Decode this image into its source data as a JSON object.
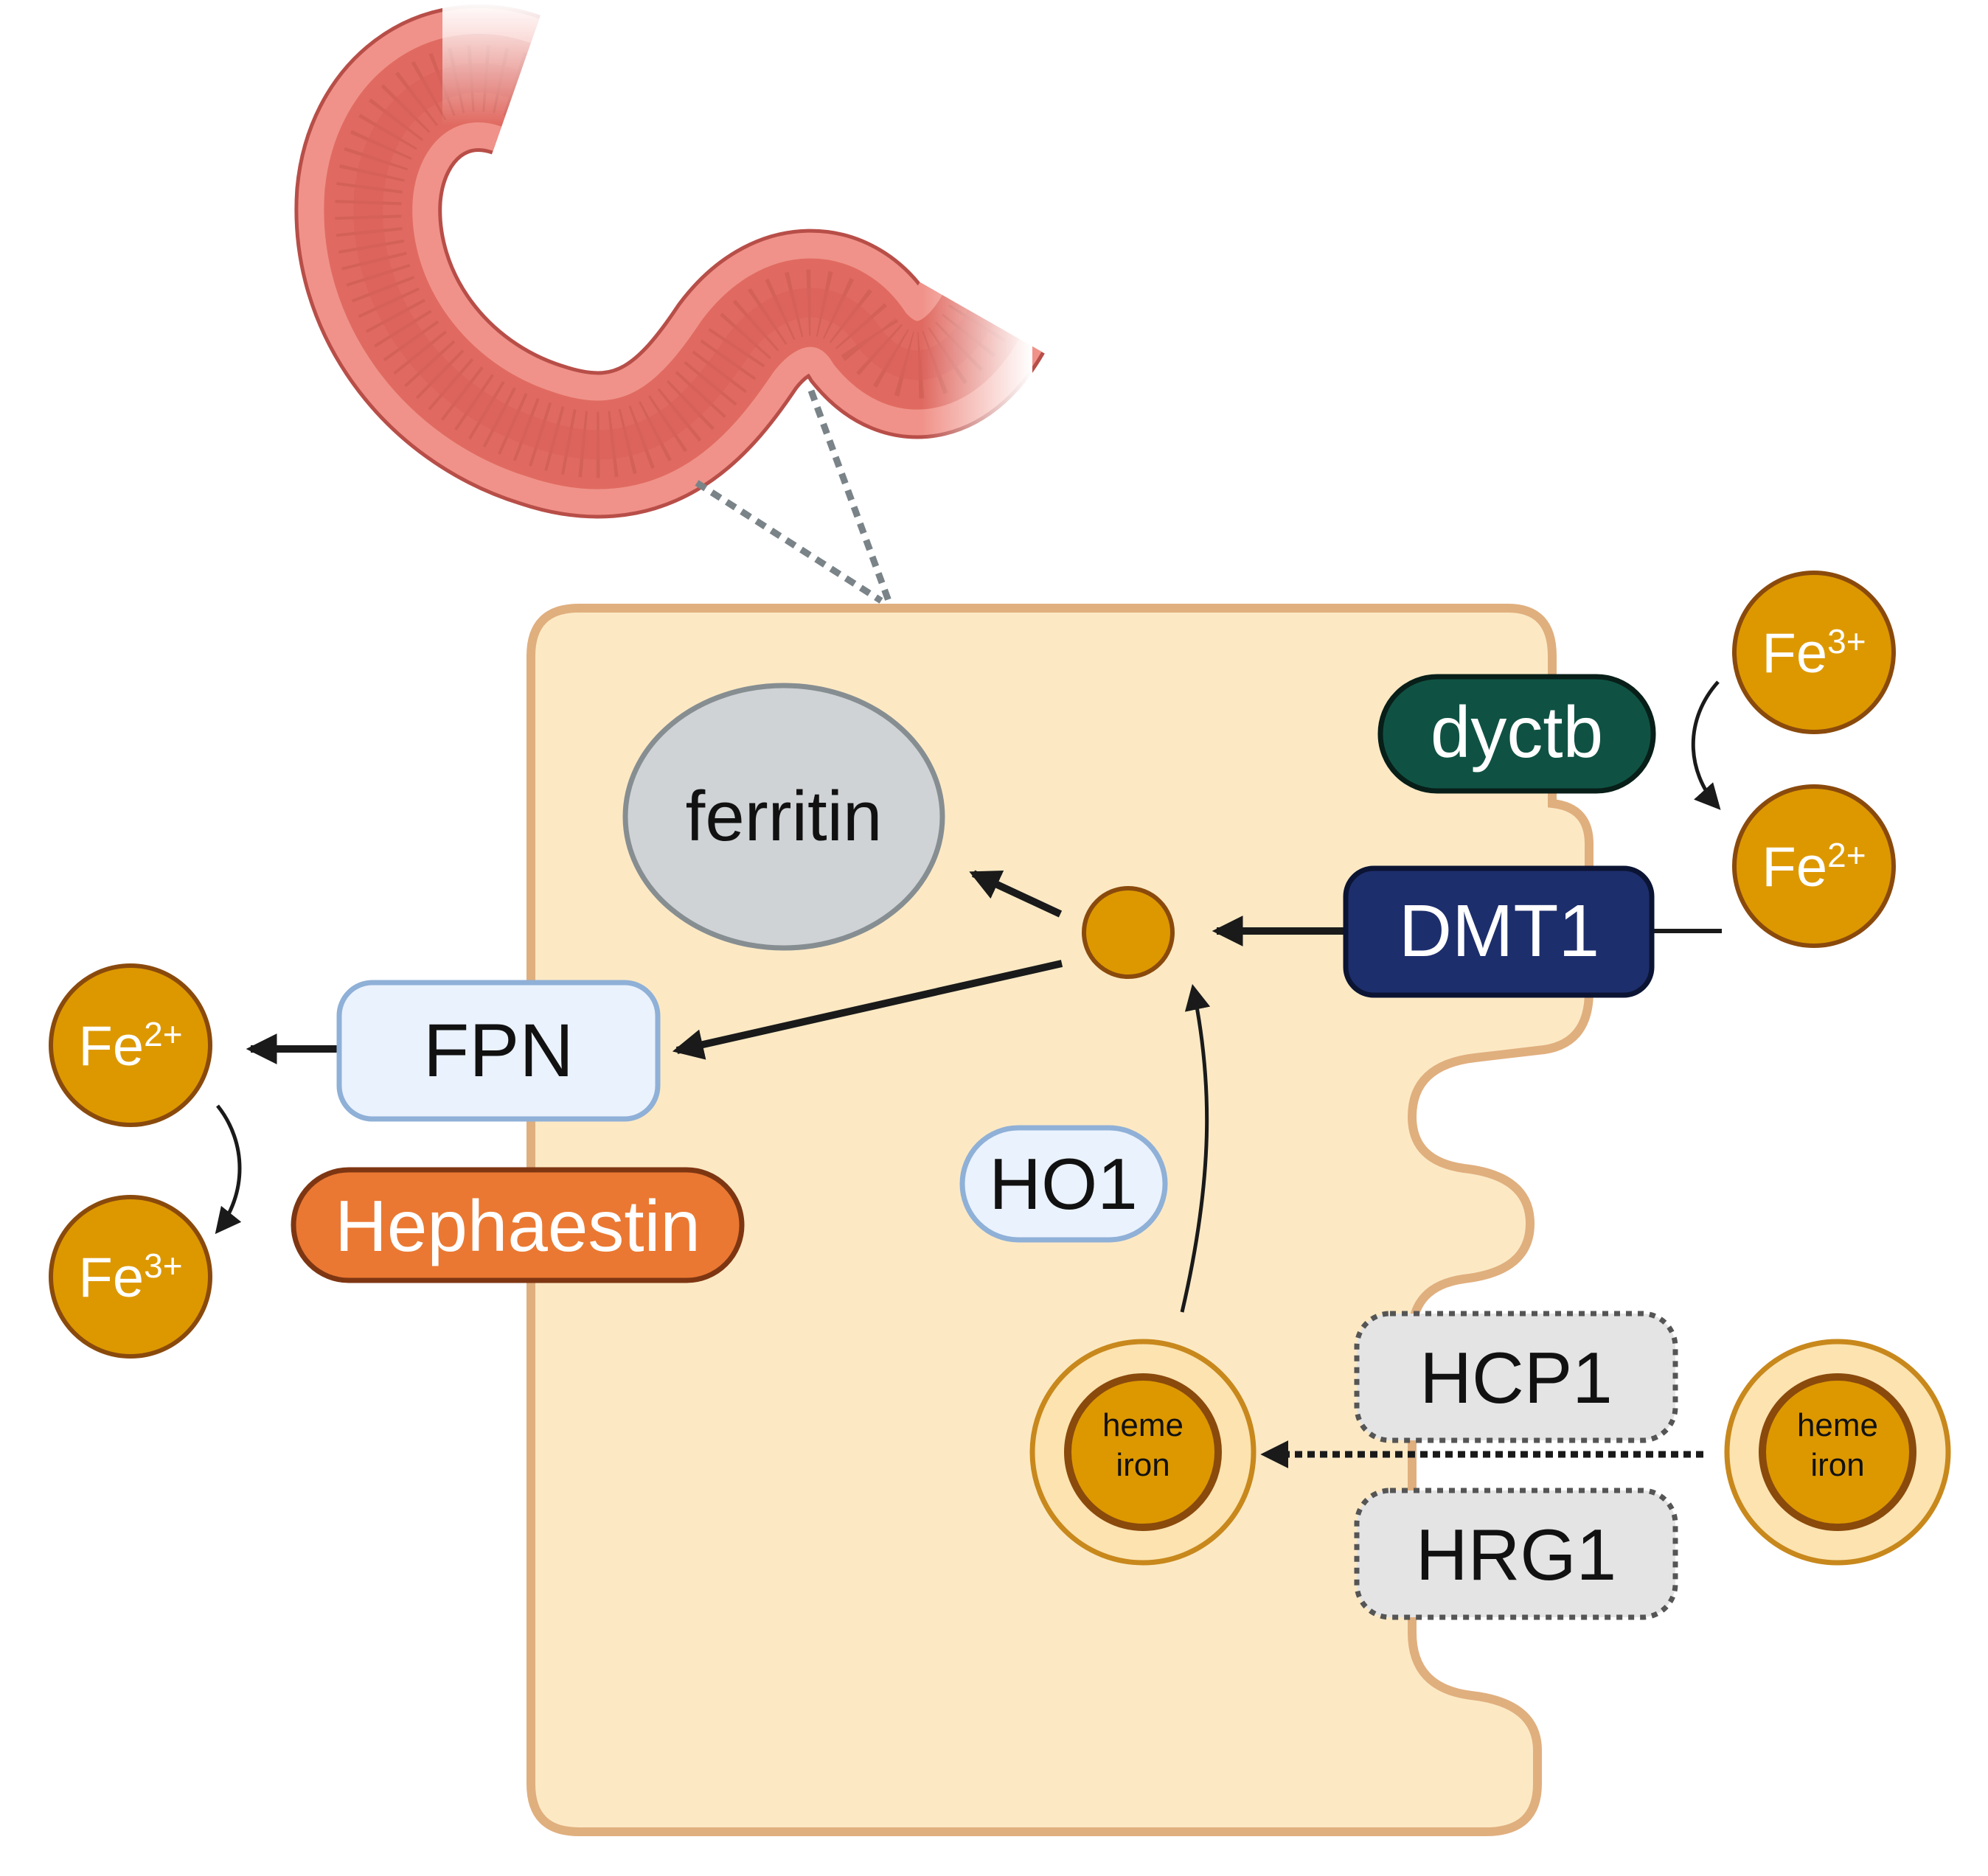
{
  "labels": {
    "ferritin": "ferritin",
    "dyctb": "dyctb",
    "dmt1": "DMT1",
    "fpn": "FPN",
    "hephaestin": "Hephaestin",
    "ho1": "HO1",
    "hcp1": "HCP1",
    "hrg1": "HRG1"
  },
  "ions": {
    "fe_symbol": "Fe",
    "charge_2": "2+",
    "charge_3": "3+"
  },
  "heme": {
    "line1": "heme",
    "line2": "iron"
  },
  "colors": {
    "cell_fill": "#FCE9C4",
    "cell_stroke": "#E0AF7E",
    "iron": "#DD9800",
    "iron_stroke": "#8A4A0C",
    "ferritin_fill": "#CFD3D6",
    "dyctb": "#0F5243",
    "dmt1": "#1D2E6C",
    "fpn_fill": "#EAF2FD",
    "fpn_stroke": "#8FB0D7",
    "hephaestin": "#EA7832",
    "transporter_fill": "#E4E4E4",
    "intestine": "#E56F66"
  }
}
